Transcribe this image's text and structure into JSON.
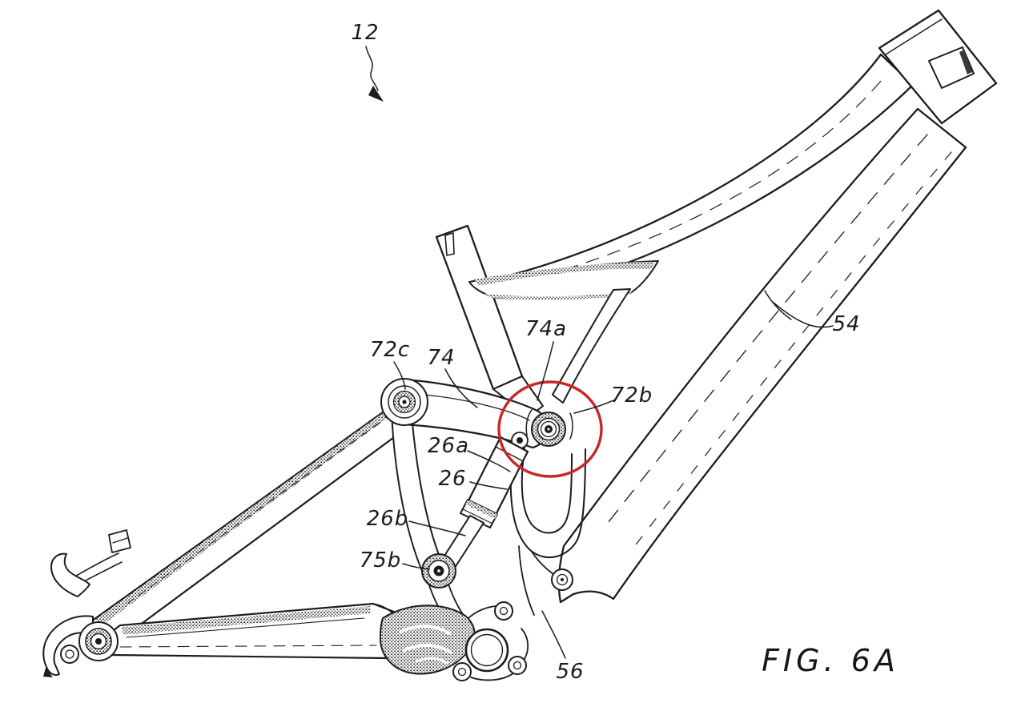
{
  "figure": {
    "caption": "FIG. 6A"
  },
  "reference_numerals": {
    "n12": "12",
    "n54": "54",
    "n56": "56",
    "n26": "26",
    "n26a": "26a",
    "n26b": "26b",
    "n74": "74",
    "n74a": "74a",
    "n72b": "72b",
    "n72c": "72c",
    "n75b": "75b"
  },
  "highlight": {
    "shape": "circle",
    "encircled_reference": "72b",
    "color": "#c62828"
  },
  "drawing": {
    "subject": "bicycle frame with rear suspension linkage",
    "ink_color": "#1c1c1c",
    "background_color": "#ffffff"
  }
}
